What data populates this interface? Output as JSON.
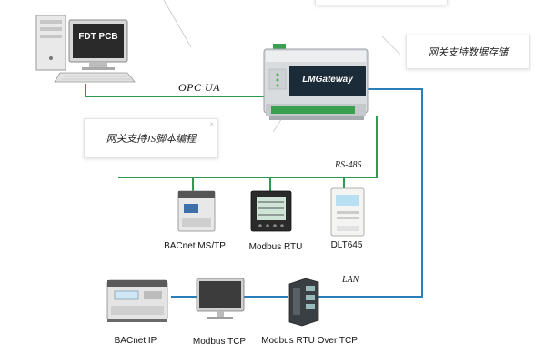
{
  "gateway": {
    "brand": "LMGateway"
  },
  "pc": {
    "screen_text": "FDT PCB"
  },
  "protocols": {
    "opc": "OPC  UA",
    "rs485": "RS-485",
    "lan": "LAN"
  },
  "callouts": {
    "storage": "网关支持数据存储",
    "js": "网关支持JS脚本编程",
    "close": "×"
  },
  "devices": [
    {
      "label": "BACnet MS/TP"
    },
    {
      "label": "Modbus RTU"
    },
    {
      "label": "DLT645"
    },
    {
      "label": "BACnet IP"
    },
    {
      "label": "Modbus TCP"
    },
    {
      "label": "Modbus RTU Over TCP"
    }
  ],
  "colors": {
    "green_line": "#2e9a4f",
    "blue_line": "#2b7fb8",
    "gateway_body": "#d9dcdf"
  }
}
